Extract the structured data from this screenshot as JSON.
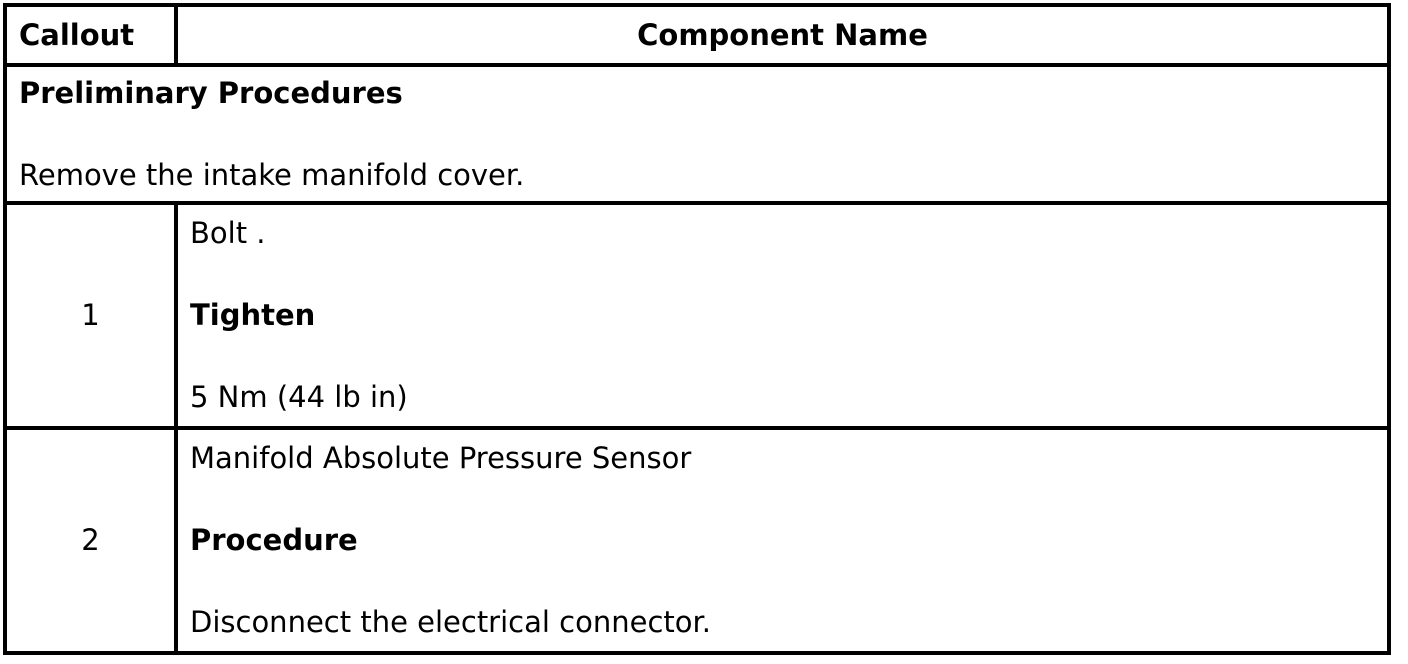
{
  "colors": {
    "background": "#ffffff",
    "text": "#000000",
    "border": "#000000"
  },
  "table": {
    "header": {
      "callout": "Callout",
      "component": "Component Name"
    },
    "preliminary": {
      "title": "Preliminary Procedures",
      "text": "Remove the intake manifold cover."
    },
    "rows": [
      {
        "callout": "1",
        "name": "Bolt .",
        "heading": "Tighten",
        "detail": "5 Nm (44 lb in)"
      },
      {
        "callout": "2",
        "name": "Manifold Absolute Pressure Sensor",
        "heading": "Procedure",
        "detail": "Disconnect the electrical connector."
      }
    ]
  }
}
